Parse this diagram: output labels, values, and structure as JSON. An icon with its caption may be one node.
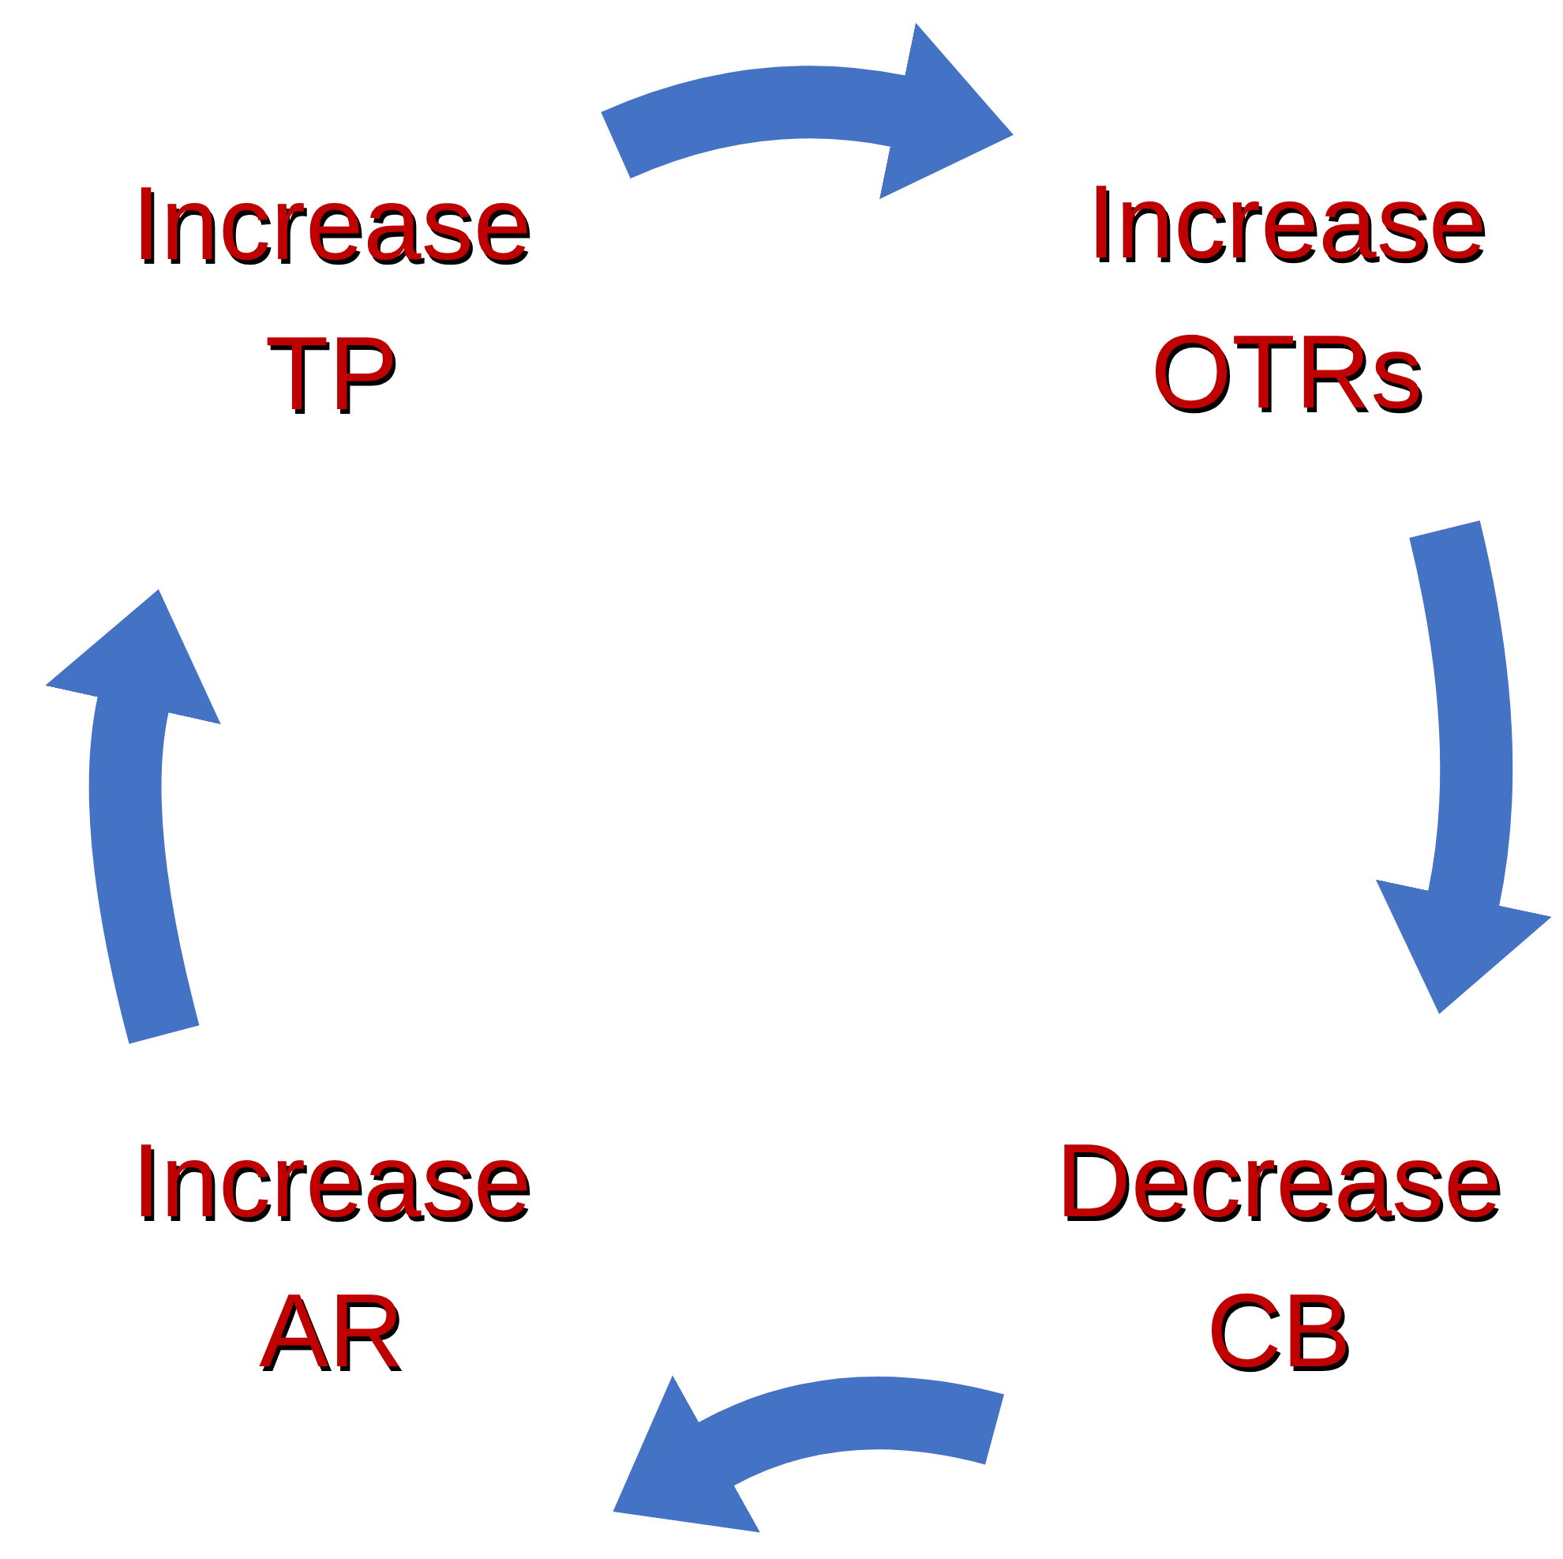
{
  "diagram": {
    "nodes": [
      {
        "text": [
          "Increase TP"
        ]
      },
      {
        "text": [
          "Increase OTRs"
        ]
      },
      {
        "text": [
          "Decrease CB"
        ]
      },
      {
        "text": [
          "Increase AR"
        ]
      }
    ],
    "edges": [
      {
        "from": 0,
        "to": 1,
        "arrow": "to"
      },
      {
        "from": 1,
        "to": 2,
        "arrow": "to"
      },
      {
        "from": 2,
        "to": 3,
        "arrow": "to"
      },
      {
        "from": 3,
        "to": 0,
        "arrow": "to"
      }
    ]
  }
}
